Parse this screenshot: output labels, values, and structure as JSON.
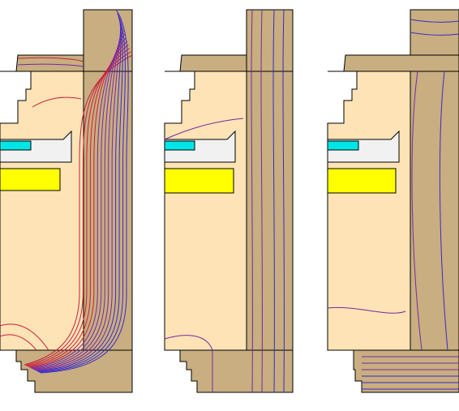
{
  "colors": {
    "core": "#c8ae80",
    "body": "#fde3b6",
    "outline": "#000000",
    "gap": "#f1f1f1",
    "cyan": "#00e6e6",
    "yellow": "#ffff00",
    "contour_red": "#c81e3c",
    "contour_purple": "#7828a0",
    "contour_blue": "#3c28c8",
    "background": "#ffffff"
  },
  "panels": [
    {
      "id": "panel-left",
      "contours": "dense-curved"
    },
    {
      "id": "panel-middle",
      "contours": "sparse-vertical"
    },
    {
      "id": "panel-right",
      "contours": "horizontal-bands"
    }
  ]
}
